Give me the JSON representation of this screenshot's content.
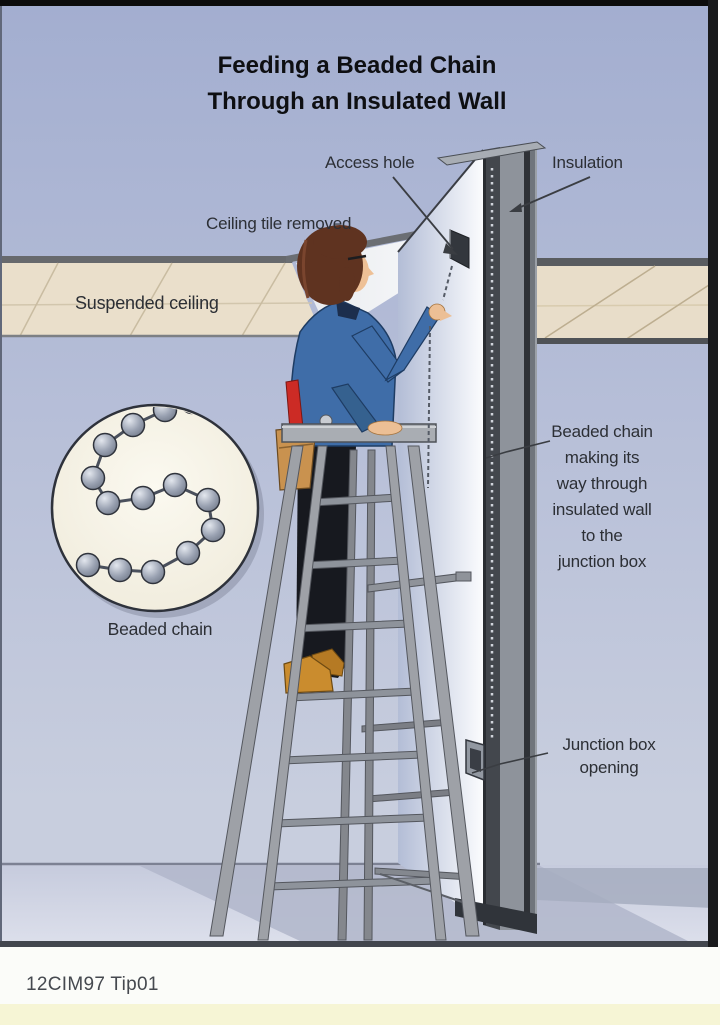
{
  "page": {
    "title": "Feeding a Beaded Chain\nThrough an Insulated Wall",
    "caption": "12CIM97 Tip01"
  },
  "labels": {
    "access_hole": "Access hole",
    "insulation": "Insulation",
    "ceiling_tile_removed": "Ceiling tile removed",
    "suspended_ceiling": "Suspended ceiling",
    "chain_route": "Beaded chain\nmaking its\nway through\ninsulated wall\nto the\njunction box",
    "junction_box": "Junction box\nopening",
    "inset_caption": "Beaded chain"
  },
  "colors": {
    "background": "#aab4d4",
    "ceiling_beige": "#e9dfcc",
    "wall_dark": "#43474d",
    "insulation_gray": "#8e939b",
    "shirt_blue": "#3f6da8",
    "bead_gray": "#98a0b0",
    "bottom_strip": "#f6f5d5"
  }
}
